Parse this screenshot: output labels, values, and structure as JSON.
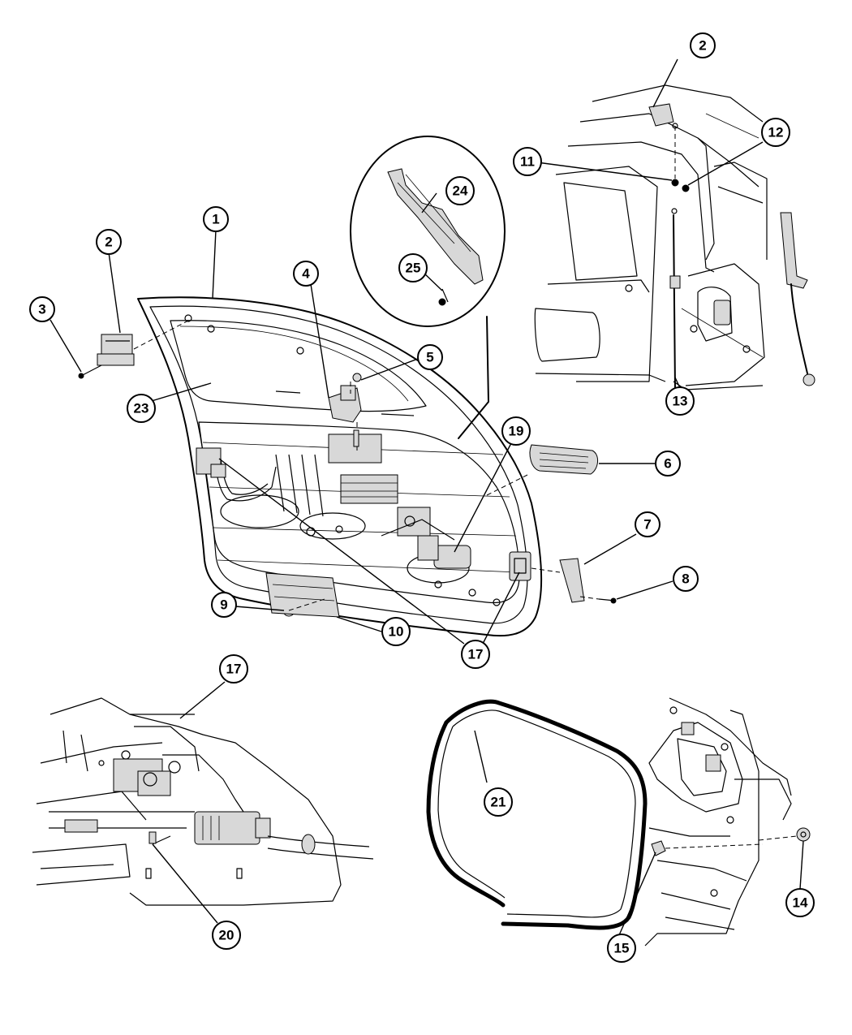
{
  "callouts": {
    "c1": "1",
    "c2a": "2",
    "c2b": "2",
    "c3": "3",
    "c4": "4",
    "c5": "5",
    "c6": "6",
    "c7": "7",
    "c8": "8",
    "c9": "9",
    "c10": "10",
    "c11": "11",
    "c12": "12",
    "c13": "13",
    "c14": "14",
    "c15": "15",
    "c17a": "17",
    "c17b": "17",
    "c19": "19",
    "c20": "20",
    "c21": "21",
    "c23": "23",
    "c24": "24",
    "c25": "25"
  }
}
